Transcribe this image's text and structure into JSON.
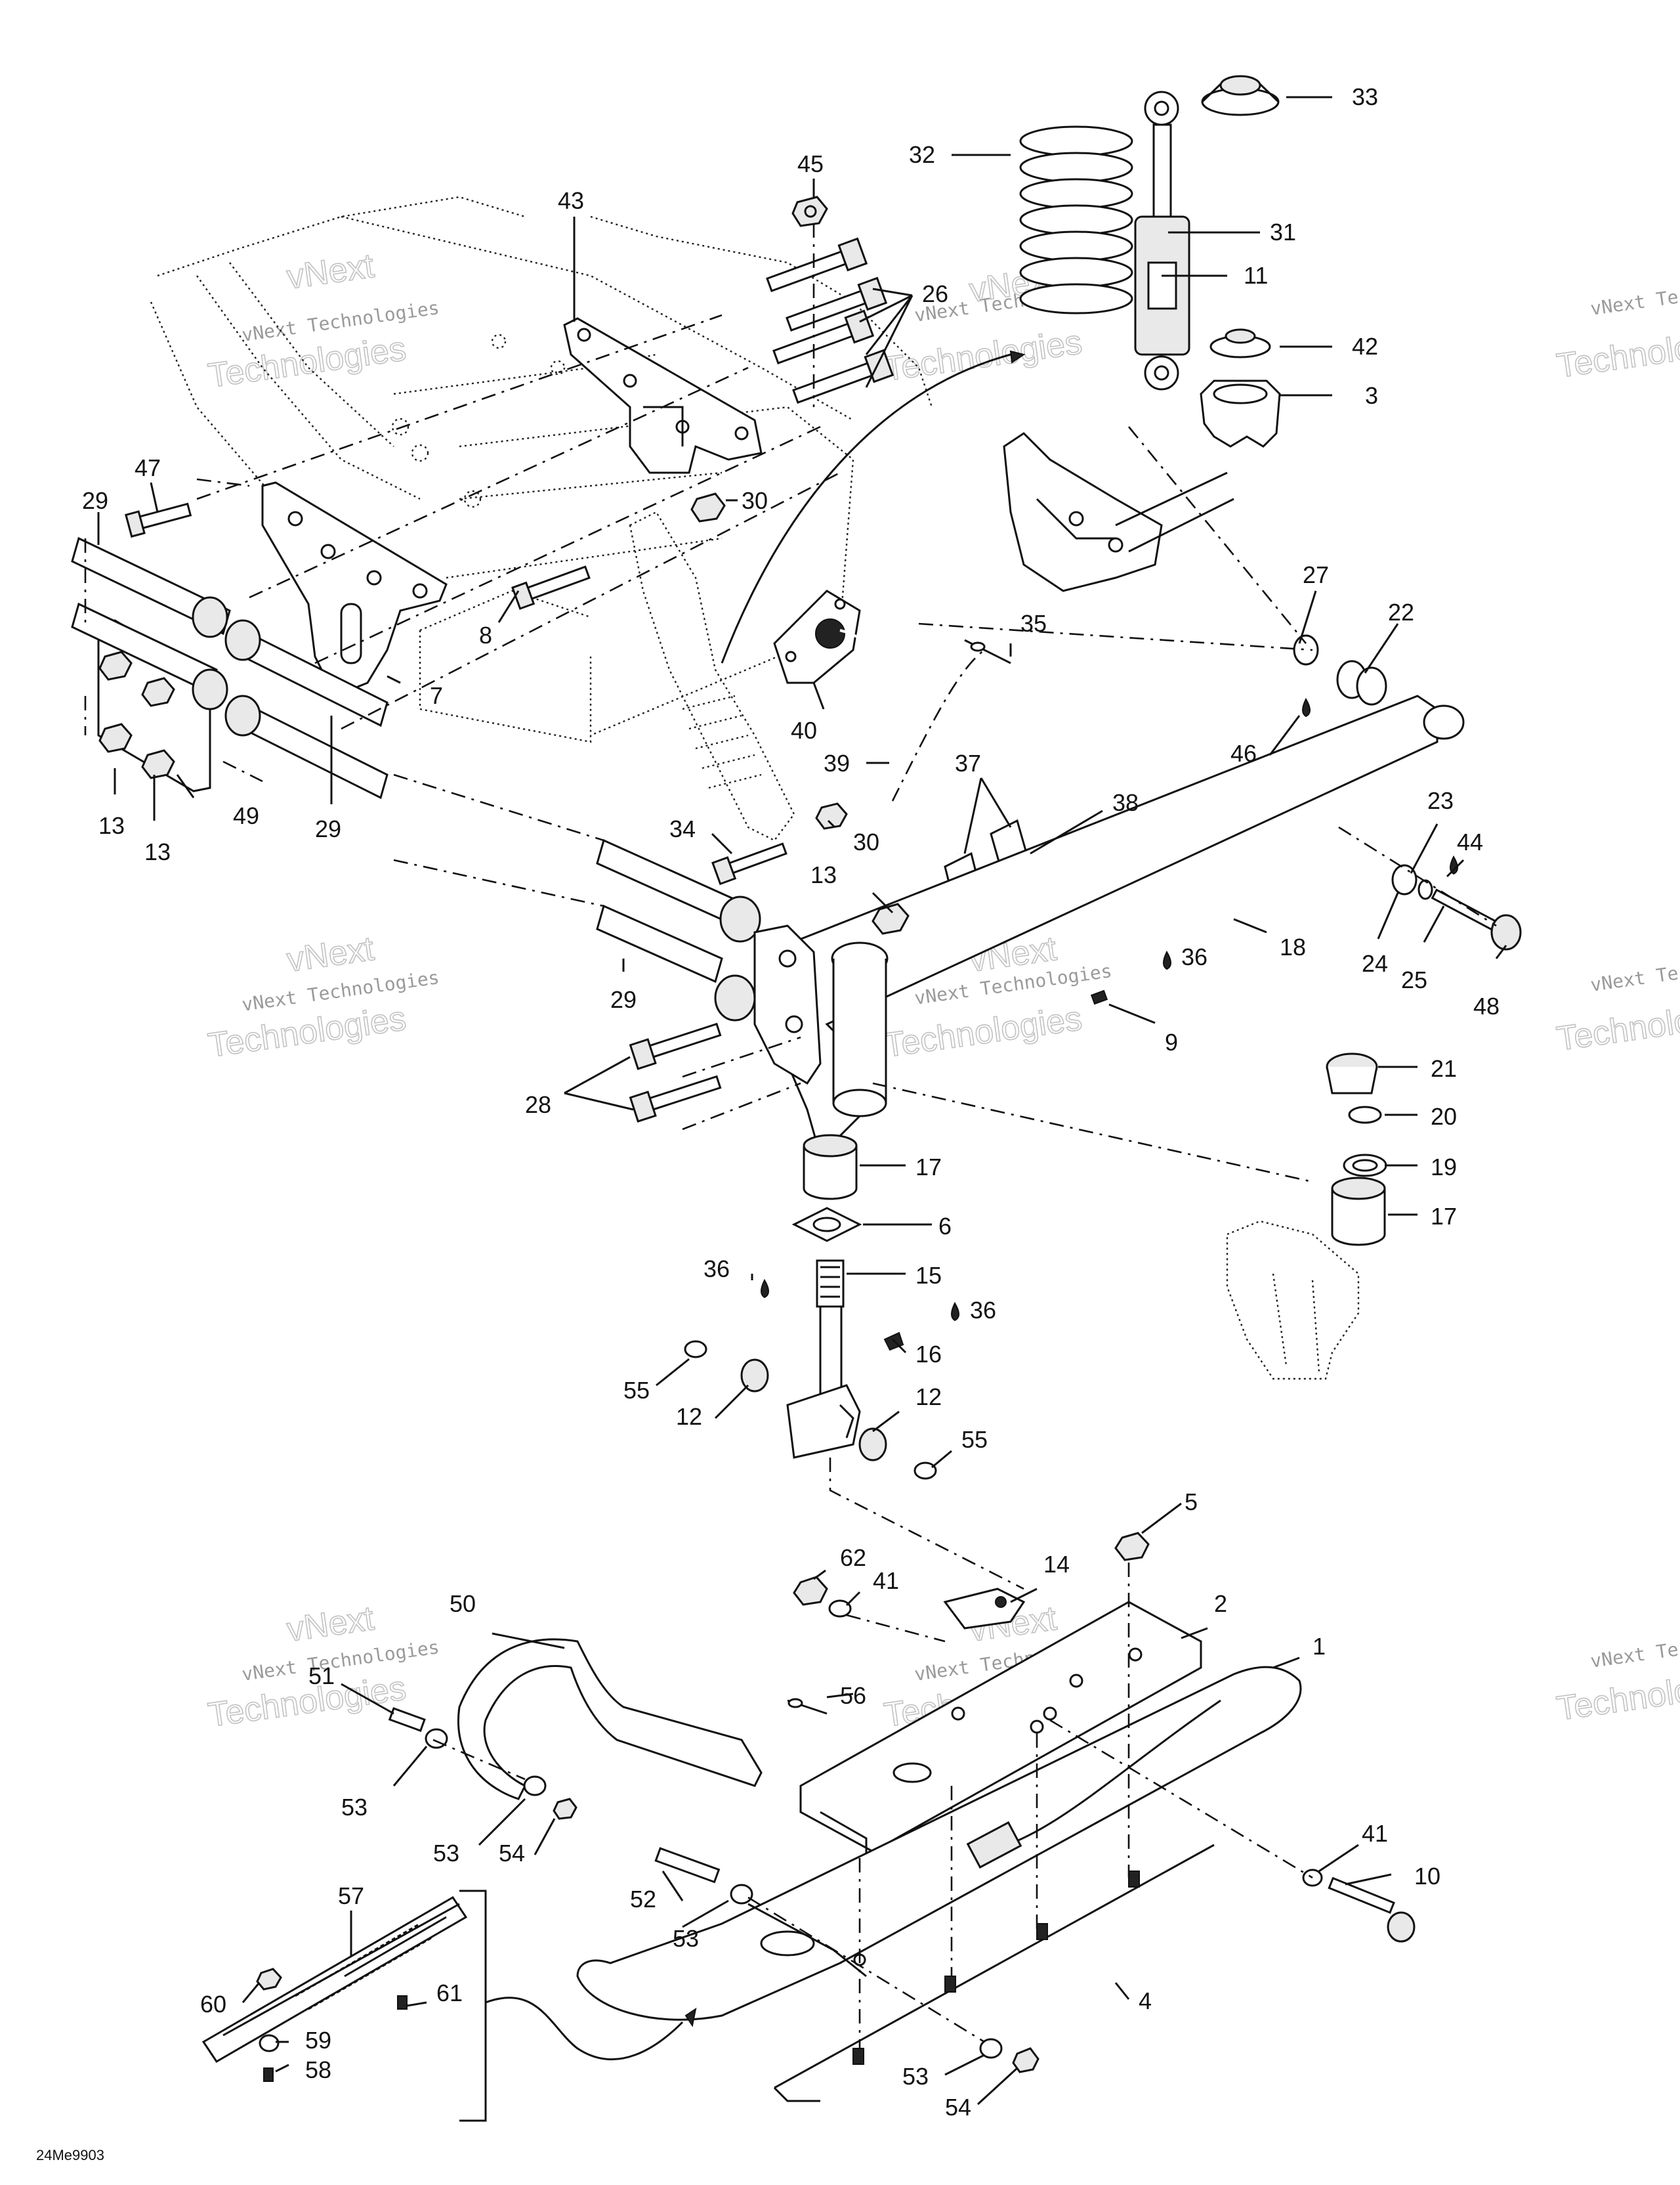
{
  "diagram": {
    "drawing_code": "24Me9903",
    "watermark": {
      "line1": "vNext Technologies",
      "line2": "Technologies",
      "line3": "vNext"
    },
    "labels": [
      {
        "text": "33"
      },
      {
        "text": "32"
      },
      {
        "text": "45"
      },
      {
        "text": "31"
      },
      {
        "text": "43"
      },
      {
        "text": "11"
      },
      {
        "text": "26"
      },
      {
        "text": "42"
      },
      {
        "text": "3"
      },
      {
        "text": "47"
      },
      {
        "text": "30"
      },
      {
        "text": "29"
      },
      {
        "text": "8"
      },
      {
        "text": "27"
      },
      {
        "text": "22"
      },
      {
        "text": "35"
      },
      {
        "text": "7"
      },
      {
        "text": "46"
      },
      {
        "text": "40"
      },
      {
        "text": "39"
      },
      {
        "text": "13"
      },
      {
        "text": "49"
      },
      {
        "text": "29"
      },
      {
        "text": "13"
      },
      {
        "text": "37"
      },
      {
        "text": "38"
      },
      {
        "text": "23"
      },
      {
        "text": "34"
      },
      {
        "text": "30"
      },
      {
        "text": "44"
      },
      {
        "text": "13"
      },
      {
        "text": "18"
      },
      {
        "text": "24"
      },
      {
        "text": "25"
      },
      {
        "text": "48"
      },
      {
        "text": "36"
      },
      {
        "text": "29"
      },
      {
        "text": "9"
      },
      {
        "text": "21"
      },
      {
        "text": "28"
      },
      {
        "text": "20"
      },
      {
        "text": "17"
      },
      {
        "text": "19"
      },
      {
        "text": "6"
      },
      {
        "text": "17"
      },
      {
        "text": "15"
      },
      {
        "text": "36"
      },
      {
        "text": "36"
      },
      {
        "text": "16"
      },
      {
        "text": "55"
      },
      {
        "text": "12"
      },
      {
        "text": "12"
      },
      {
        "text": "55"
      },
      {
        "text": "5"
      },
      {
        "text": "14"
      },
      {
        "text": "62"
      },
      {
        "text": "41"
      },
      {
        "text": "2"
      },
      {
        "text": "50"
      },
      {
        "text": "1"
      },
      {
        "text": "51"
      },
      {
        "text": "56"
      },
      {
        "text": "53"
      },
      {
        "text": "53"
      },
      {
        "text": "54"
      },
      {
        "text": "41"
      },
      {
        "text": "10"
      },
      {
        "text": "57"
      },
      {
        "text": "52"
      },
      {
        "text": "53"
      },
      {
        "text": "60"
      },
      {
        "text": "61"
      },
      {
        "text": "4"
      },
      {
        "text": "59"
      },
      {
        "text": "58"
      },
      {
        "text": "53"
      },
      {
        "text": "54"
      }
    ]
  }
}
